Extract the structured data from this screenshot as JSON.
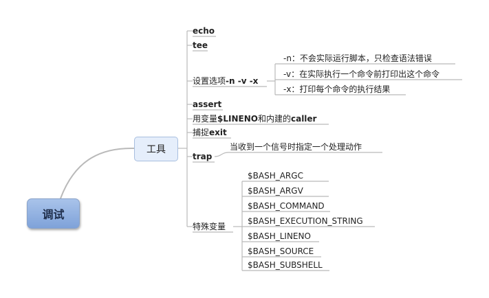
{
  "root": {
    "label": "调试"
  },
  "topic": {
    "label": "工具"
  },
  "items": {
    "echo": "echo",
    "tee": "tee",
    "options_prefix": "设置选项",
    "options_bold": "-n -v -x",
    "options_sub": [
      "-n：不会实际运行脚本，只检查语法错误",
      "-v：在实际执行一个命令前打印出这个命令",
      "-x：打印每个命令的执行结果"
    ],
    "assert": "assert",
    "lineno_prefix": "用变量",
    "lineno_var": "$LINENO",
    "lineno_mid": "和内建的",
    "lineno_caller": "caller",
    "exit_prefix": "捕捉",
    "exit_word": "exit",
    "trap": "trap",
    "trap_note": "当收到一个信号时指定一个处理动作",
    "special_vars": "特殊变量",
    "bash_vars": [
      "$BASH_ARGC",
      "$BASH_ARGV",
      "$BASH_COMMAND",
      "$BASH_EXECUTION_STRING",
      "$BASH_LINENO",
      "$BASH_SOURCE",
      "$BASH_SUBSHELL"
    ]
  }
}
